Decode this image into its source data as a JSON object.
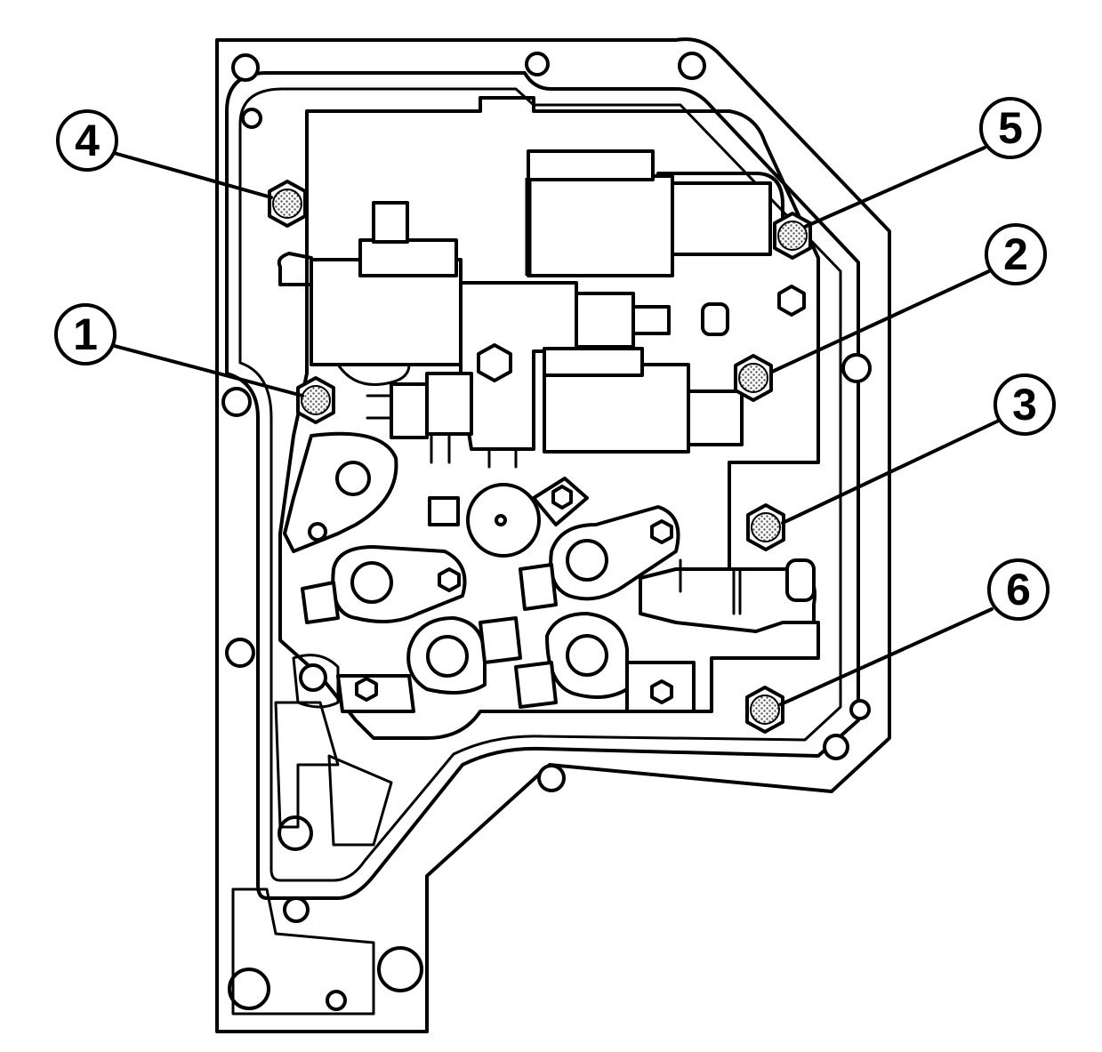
{
  "figure": {
    "colors": {
      "line": "#000000",
      "background": "#ffffff",
      "bolt_hatch": "#9a9a9a"
    },
    "callouts": [
      {
        "id": "callout-1",
        "label": "1"
      },
      {
        "id": "callout-2",
        "label": "2"
      },
      {
        "id": "callout-3",
        "label": "3"
      },
      {
        "id": "callout-4",
        "label": "4"
      },
      {
        "id": "callout-5",
        "label": "5"
      },
      {
        "id": "callout-6",
        "label": "6"
      }
    ]
  }
}
